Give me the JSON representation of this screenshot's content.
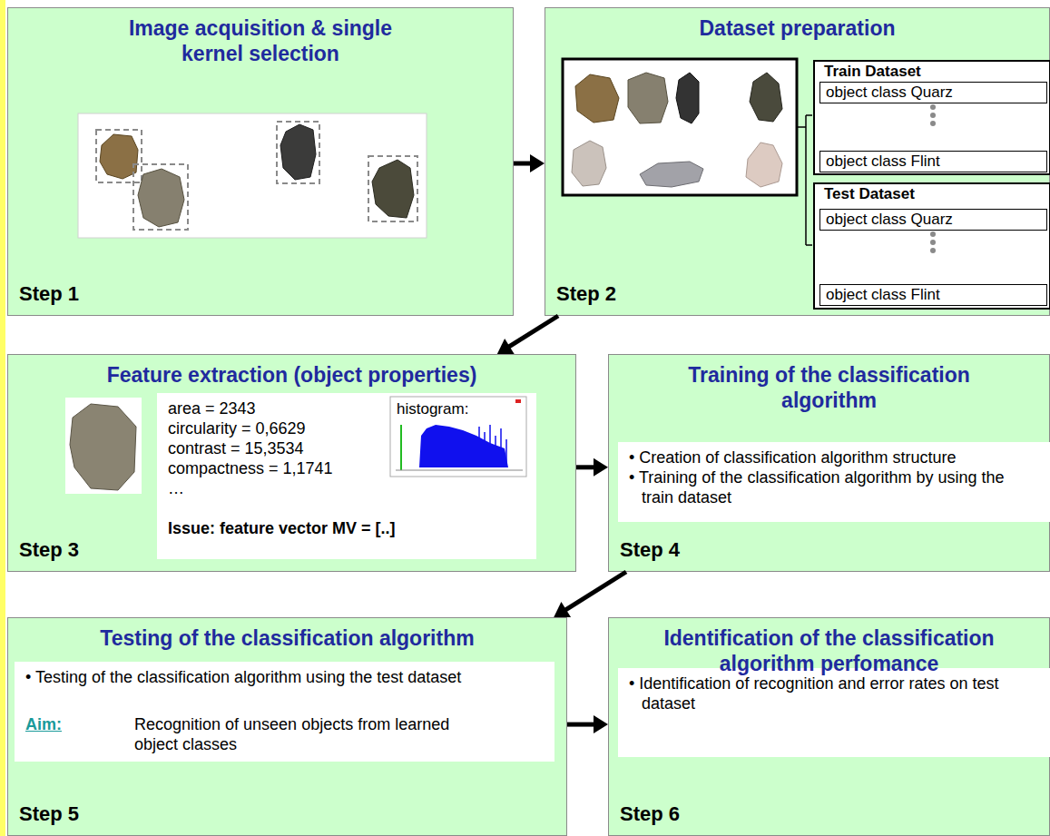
{
  "diagram": {
    "nodes": [
      {
        "text": [
          "Image acquisition & single kernel selection",
          "Step 1"
        ]
      },
      {
        "text": [
          "Dataset preparation",
          "Step 2"
        ]
      },
      {
        "text": [
          "Train Dataset"
        ],
        "in": 1
      },
      {
        "text": [
          "object class Quarz"
        ],
        "in": 2
      },
      {
        "text": [
          "object class Flint"
        ],
        "in": 2
      },
      {
        "text": [
          "Test Dataset"
        ],
        "in": 1
      },
      {
        "text": [
          "object class Quarz"
        ],
        "in": 5
      },
      {
        "text": [
          "object class Flint"
        ],
        "in": 5
      },
      {
        "text": [
          "Feature extraction (object properties)",
          "Step 3"
        ]
      },
      {
        "text": [
          "area = 2343",
          "circularity = 0,6629",
          "contrast = 15,3534",
          "compactness = 1,1741",
          "…",
          "Issue: feature vector MV = [..]"
        ],
        "in": 8
      },
      {
        "text": [
          "Training of the classification algorithm",
          "Step 4"
        ]
      },
      {
        "text": [
          "• Creation of classification algorithm structure",
          "• Training of the classification algorithm by using the train dataset"
        ],
        "in": 10
      },
      {
        "text": [
          "Testing of the classification algorithm",
          "Step 5"
        ]
      },
      {
        "text": [
          "• Testing of the classification algorithm using the test dataset",
          "Aim:",
          "Recognition of unseen objects from learned object classes"
        ],
        "in": 12
      },
      {
        "text": [
          "Identification of the classification algorithm perfomance",
          "Step 6"
        ]
      },
      {
        "text": [
          "• Identification of recognition and error rates on test dataset"
        ],
        "in": 14
      }
    ],
    "edges": [
      {
        "from": 0,
        "to": 1,
        "arrow": "to"
      },
      {
        "from": 1,
        "to": 8,
        "arrow": "to"
      },
      {
        "from": 8,
        "to": 10,
        "arrow": "to"
      },
      {
        "from": 10,
        "to": 12,
        "arrow": "to"
      },
      {
        "from": 12,
        "to": 14,
        "arrow": "to"
      }
    ],
    "labels": [
      "histogram:"
    ]
  }
}
